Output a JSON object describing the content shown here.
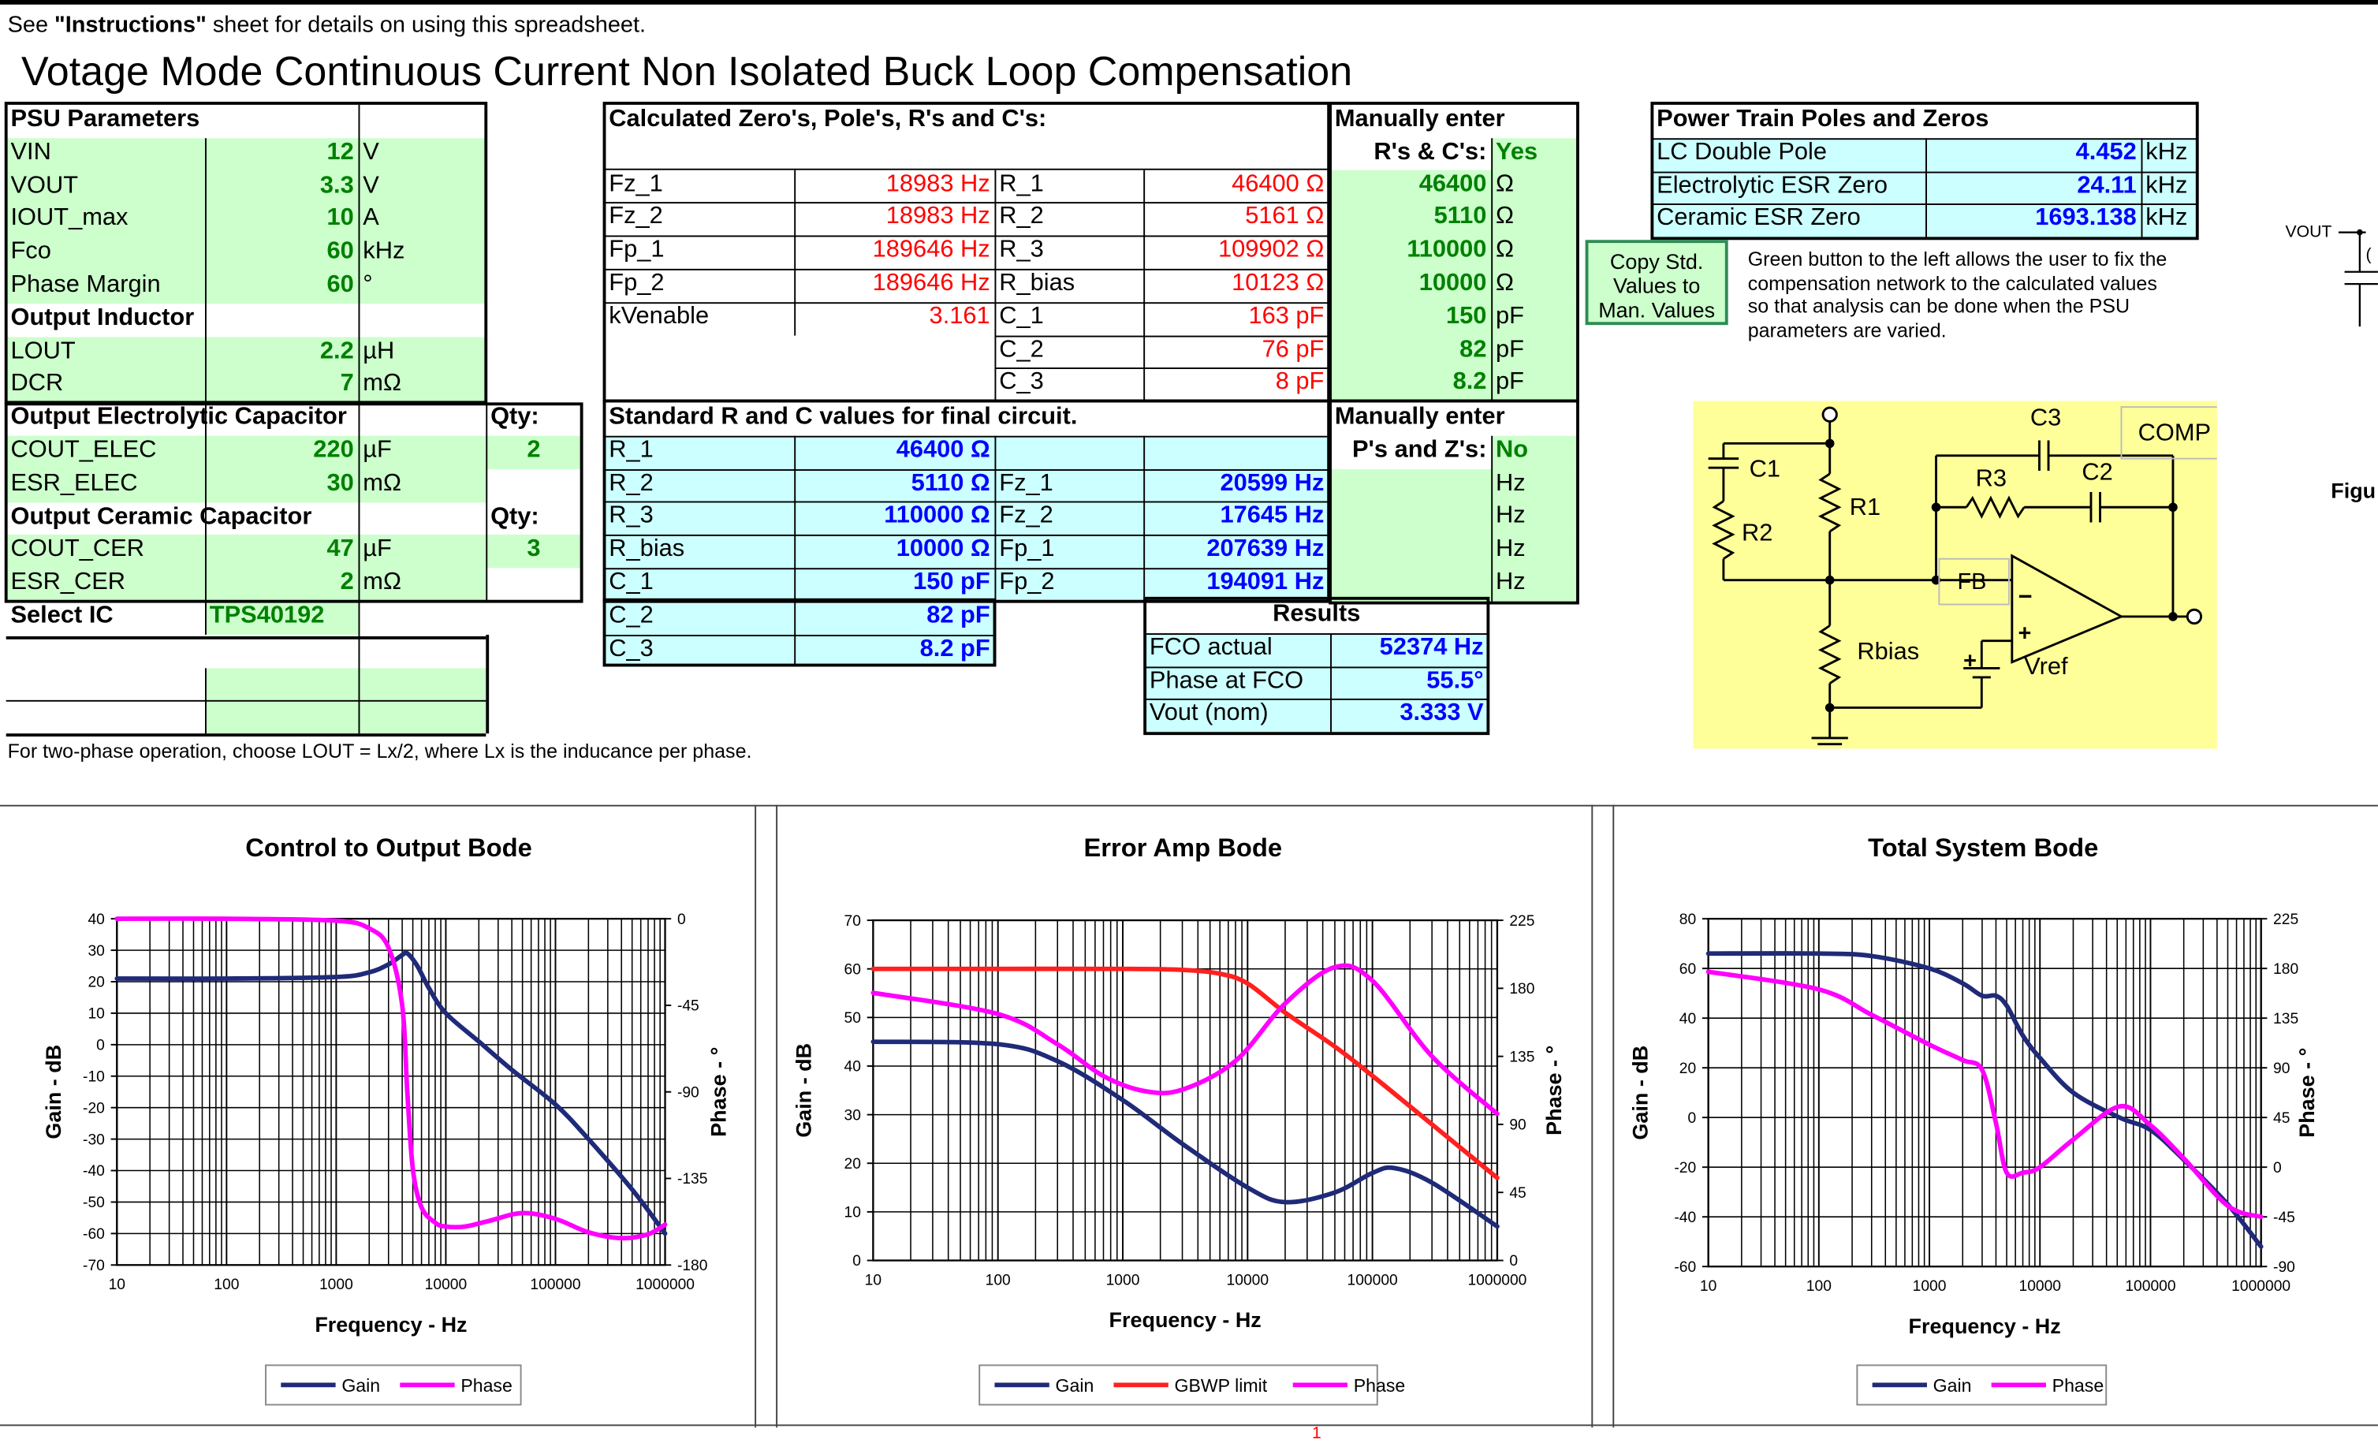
{
  "note_top": {
    "pre": "See ",
    "bold": "\"Instructions\"",
    "post": " sheet for details on using this spreadsheet."
  },
  "title": "Votage Mode Continuous Current Non Isolated Buck Loop Compensation",
  "psu": {
    "header": "PSU Parameters",
    "rows": [
      {
        "label": "VIN",
        "value": "12",
        "unit": "V"
      },
      {
        "label": "VOUT",
        "value": "3.3",
        "unit": "V"
      },
      {
        "label": "IOUT_max",
        "value": "10",
        "unit": "A"
      },
      {
        "label": "Fco",
        "value": "60",
        "unit": "kHz"
      },
      {
        "label": "Phase Margin",
        "value": "60",
        "unit": "°"
      }
    ],
    "inductor_header": "Output Inductor",
    "inductor_rows": [
      {
        "label": "LOUT",
        "value": "2.2",
        "unit": "µH"
      },
      {
        "label": "DCR",
        "value": "7",
        "unit": "mΩ"
      }
    ],
    "elec_header": "Output Electrolytic Capacitor",
    "qty_label": "Qty:",
    "elec_rows": [
      {
        "label": "COUT_ELEC",
        "value": "220",
        "unit": "µF",
        "qty": "2"
      },
      {
        "label": "ESR_ELEC",
        "value": "30",
        "unit": "mΩ",
        "qty": ""
      }
    ],
    "cer_header": "Output Ceramic Capacitor",
    "cer_rows": [
      {
        "label": "COUT_CER",
        "value": "47",
        "unit": "µF",
        "qty": "3"
      },
      {
        "label": "ESR_CER",
        "value": "2",
        "unit": "mΩ",
        "qty": ""
      }
    ],
    "select_ic_label": "Select IC",
    "select_ic_value": "TPS40192"
  },
  "calc": {
    "header": "Calculated Zero's, Pole's, R's and C's:",
    "rows": [
      {
        "n1": "Fz_1",
        "v1": "18983 Hz",
        "n2": "R_1",
        "v2": "46400 Ω"
      },
      {
        "n1": "Fz_2",
        "v1": "18983 Hz",
        "n2": "R_2",
        "v2": "5161 Ω"
      },
      {
        "n1": "Fp_1",
        "v1": "189646 Hz",
        "n2": "R_3",
        "v2": "109902 Ω"
      },
      {
        "n1": "Fp_2",
        "v1": "189646 Hz",
        "n2": "R_bias",
        "v2": "10123 Ω"
      },
      {
        "n1": "kVenable",
        "v1": "3.161",
        "n2": "C_1",
        "v2": "163 pF"
      },
      {
        "n1": "",
        "v1": "",
        "n2": "C_2",
        "v2": "76 pF"
      },
      {
        "n1": "",
        "v1": "",
        "n2": "C_3",
        "v2": "8 pF"
      }
    ]
  },
  "manual_rc": {
    "header1": "Manually enter",
    "header2": "R's & C's:",
    "enabled": "Yes",
    "rows": [
      {
        "value": "46400",
        "unit": "Ω"
      },
      {
        "value": "5110",
        "unit": "Ω"
      },
      {
        "value": "110000",
        "unit": "Ω"
      },
      {
        "value": "10000",
        "unit": "Ω"
      },
      {
        "value": "150",
        "unit": "pF"
      },
      {
        "value": "82",
        "unit": "pF"
      },
      {
        "value": "8.2",
        "unit": "pF"
      }
    ]
  },
  "standard": {
    "header": "Standard R and C values for final circuit.",
    "rows": [
      {
        "n1": "R_1",
        "v1": "46400 Ω",
        "n2": "",
        "v2": ""
      },
      {
        "n1": "R_2",
        "v1": "5110 Ω",
        "n2": "Fz_1",
        "v2": "20599 Hz"
      },
      {
        "n1": "R_3",
        "v1": "110000 Ω",
        "n2": "Fz_2",
        "v2": "17645 Hz"
      },
      {
        "n1": "R_bias",
        "v1": "10000 Ω",
        "n2": "Fp_1",
        "v2": "207639 Hz"
      },
      {
        "n1": "C_1",
        "v1": "150 pF",
        "n2": "Fp_2",
        "v2": "194091 Hz"
      },
      {
        "n1": "C_2",
        "v1": "82 pF"
      },
      {
        "n1": "C_3",
        "v1": "8.2 pF"
      }
    ]
  },
  "manual_pz": {
    "header1": "Manually enter",
    "header2": "P's and Z's:",
    "enabled": "No",
    "units": [
      "Hz",
      "Hz",
      "Hz",
      "Hz"
    ]
  },
  "results": {
    "header": "Results",
    "rows": [
      {
        "label": "FCO actual",
        "value": "52374 Hz"
      },
      {
        "label": "Phase at FCO",
        "value": "55.5°"
      },
      {
        "label": "Vout (nom)",
        "value": "3.333 V"
      }
    ]
  },
  "power_train": {
    "header": "Power Train Poles and Zeros",
    "rows": [
      {
        "label": "LC Double Pole",
        "value": "4.452",
        "unit": "kHz"
      },
      {
        "label": "Electrolytic ESR Zero",
        "value": "24.11",
        "unit": "kHz"
      },
      {
        "label": "Ceramic ESR Zero",
        "value": "1693.138",
        "unit": "kHz"
      }
    ]
  },
  "copy_button": {
    "label1": "Copy Std.",
    "label2": "Values to",
    "label3": "Man. Values"
  },
  "copy_note": {
    "line1": "Green button to the left allows the user to fix the",
    "line2": "compensation network to the calculated values",
    "line3": "so that analysis can be done when the PSU",
    "line4": "parameters are varied."
  },
  "schematic": {
    "c1": "C1",
    "r2": "R2",
    "r1": "R1",
    "c3": "C3",
    "r3": "R3",
    "c2": "C2",
    "comp": "COMP",
    "fb": "FB",
    "rbias": "Rbias",
    "vref": "Vref",
    "minus": "−",
    "plus": "+",
    "plus2": "+"
  },
  "edge": {
    "vout": "VOUT",
    "fig": "Figu",
    "cut": "("
  },
  "footnote": "For two-phase operation, choose LOUT = Lx/2, where Lx is the inducance per phase.",
  "page_marker": "1",
  "chart_data": [
    {
      "type": "line",
      "title": "Control to Output Bode",
      "xlabel": "Frequency - Hz",
      "ylabel": "Gain - dB",
      "y2label": "Phase - °",
      "xscale": "log",
      "xlim": [
        10,
        1000000
      ],
      "ylim": [
        -70,
        40
      ],
      "y2lim": [
        -180,
        0
      ],
      "xticks": [
        "10",
        "100",
        "1000",
        "10000",
        "100000",
        "1000000"
      ],
      "yticks": [
        "40",
        "30",
        "20",
        "10",
        "0",
        "-10",
        "-20",
        "-30",
        "-40",
        "-50",
        "-60",
        "-70"
      ],
      "y2ticks": [
        "0",
        "-45",
        "-90",
        "-135",
        "-180"
      ],
      "grid": true,
      "legend_position": "bottom",
      "series": [
        {
          "name": "Gain",
          "color": "#1f2a78",
          "axis": "left",
          "x": [
            10,
            100,
            1000,
            2000,
            3000,
            4000,
            4452,
            5500,
            7000,
            10000,
            20000,
            40000,
            100000,
            200000,
            500000,
            1000000
          ],
          "y": [
            21,
            21,
            21.5,
            23,
            25.5,
            28.5,
            29,
            25,
            18,
            10,
            1,
            -8,
            -19,
            -30,
            -46,
            -60
          ]
        },
        {
          "name": "Phase",
          "color": "#ff00ff",
          "axis": "right",
          "x": [
            10,
            100,
            1000,
            2000,
            3000,
            4000,
            4452,
            5000,
            6000,
            8000,
            10000,
            15000,
            25000,
            50000,
            100000,
            200000,
            400000,
            700000,
            1000000
          ],
          "y": [
            0,
            0,
            -1,
            -5,
            -15,
            -45,
            -90,
            -130,
            -150,
            -158,
            -160,
            -160,
            -157,
            -153,
            -156,
            -163,
            -166,
            -164,
            -159
          ]
        }
      ]
    },
    {
      "type": "line",
      "title": "Error Amp Bode",
      "xlabel": "Frequency - Hz",
      "ylabel": "Gain - dB",
      "y2label": "Phase - °",
      "xscale": "log",
      "xlim": [
        10,
        1000000
      ],
      "ylim": [
        0,
        70
      ],
      "y2lim": [
        0,
        225
      ],
      "xticks": [
        "10",
        "100",
        "1000",
        "10000",
        "100000",
        "1000000"
      ],
      "yticks": [
        "70",
        "60",
        "50",
        "40",
        "30",
        "20",
        "10",
        "0"
      ],
      "y2ticks": [
        "225",
        "180",
        "135",
        "90",
        "45",
        "0"
      ],
      "grid": true,
      "legend_position": "bottom",
      "series": [
        {
          "name": "Gain",
          "color": "#1f2a78",
          "axis": "left",
          "x": [
            10,
            100,
            300,
            1000,
            3000,
            10000,
            20000,
            50000,
            100000,
            150000,
            300000,
            1000000
          ],
          "y": [
            45,
            44.5,
            41,
            33,
            24,
            15,
            12,
            14,
            18,
            19,
            16,
            7
          ]
        },
        {
          "name": "GBWP limit",
          "color": "#ff2020",
          "axis": "left",
          "x": [
            10,
            100,
            1000,
            3000,
            6000,
            10000,
            20000,
            50000,
            100000,
            300000,
            1000000
          ],
          "y": [
            60,
            60,
            60,
            59.8,
            59,
            57,
            51,
            44,
            38,
            28,
            17
          ]
        },
        {
          "name": "Phase",
          "color": "#ff00ff",
          "axis": "right",
          "x": [
            10,
            100,
            300,
            700,
            1500,
            3000,
            8000,
            20000,
            50000,
            100000,
            300000,
            1000000
          ],
          "y": [
            177,
            163,
            143,
            122,
            112,
            113,
            132,
            170,
            194,
            185,
            135,
            97
          ]
        }
      ]
    },
    {
      "type": "line",
      "title": "Total System Bode",
      "xlabel": "Frequency - Hz",
      "ylabel": "Gain - dB",
      "y2label": "Phase - °",
      "xscale": "log",
      "xlim": [
        10,
        1000000
      ],
      "ylim": [
        -60,
        80
      ],
      "y2lim": [
        -90,
        225
      ],
      "xticks": [
        "10",
        "100",
        "1000",
        "10000",
        "100000",
        "1000000"
      ],
      "yticks": [
        "80",
        "60",
        "40",
        "20",
        "0",
        "-20",
        "-40",
        "-60"
      ],
      "y2ticks": [
        "225",
        "180",
        "135",
        "90",
        "45",
        "0",
        "-45",
        "-90"
      ],
      "grid": true,
      "legend_position": "bottom",
      "series": [
        {
          "name": "Gain",
          "color": "#1f2a78",
          "axis": "left",
          "x": [
            10,
            100,
            300,
            1000,
            2000,
            3000,
            4000,
            5000,
            7000,
            10000,
            20000,
            52374,
            100000,
            200000,
            500000,
            1000000
          ],
          "y": [
            66,
            66,
            65,
            60,
            54,
            49,
            49,
            45,
            33,
            24,
            10,
            0,
            -5,
            -17,
            -35,
            -52
          ]
        },
        {
          "name": "Phase",
          "color": "#ff00ff",
          "axis": "right",
          "x": [
            10,
            100,
            300,
            1000,
            2000,
            3000,
            4000,
            5000,
            7000,
            10000,
            20000,
            52374,
            100000,
            200000,
            500000,
            1000000
          ],
          "y": [
            177,
            161,
            138,
            111,
            97,
            88,
            40,
            -5,
            -5,
            0,
            25,
            55,
            38,
            8,
            -35,
            -45
          ]
        }
      ]
    }
  ]
}
